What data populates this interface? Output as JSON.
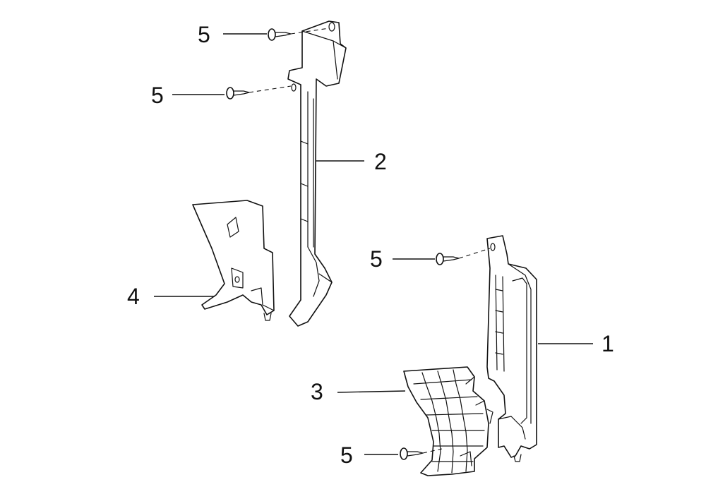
{
  "diagram": {
    "callouts": [
      {
        "id": "callout-1",
        "label": "1"
      },
      {
        "id": "callout-2",
        "label": "2"
      },
      {
        "id": "callout-3",
        "label": "3"
      },
      {
        "id": "callout-4",
        "label": "4"
      },
      {
        "id": "callout-5a",
        "label": "5"
      },
      {
        "id": "callout-5b",
        "label": "5"
      },
      {
        "id": "callout-5c",
        "label": "5"
      },
      {
        "id": "callout-5d",
        "label": "5"
      }
    ]
  }
}
